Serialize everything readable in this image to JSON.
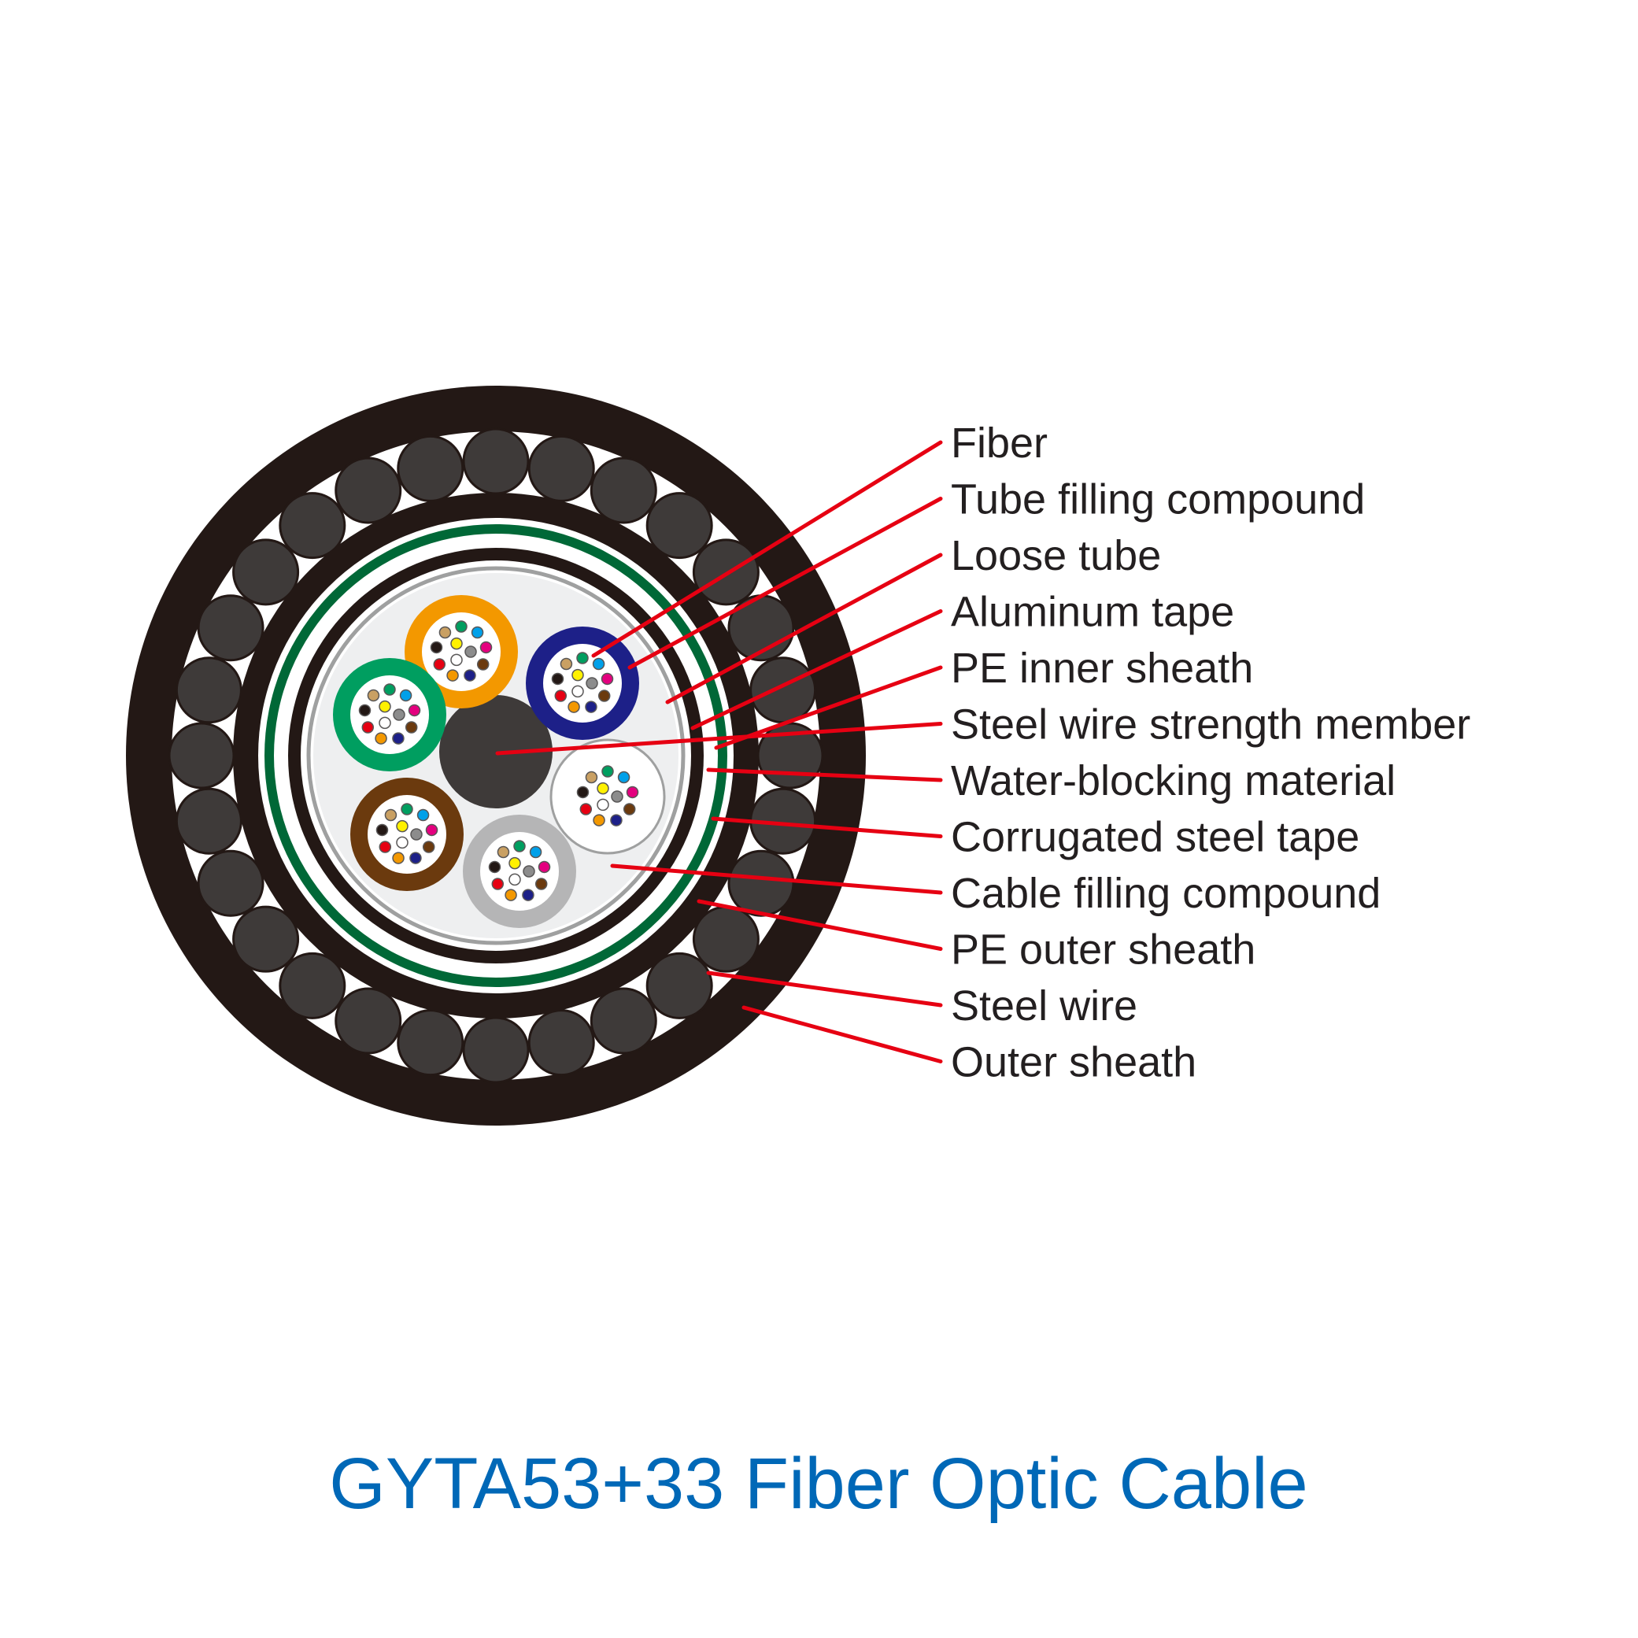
{
  "title": "GYTA53+33 Fiber Optic Cable",
  "labels": [
    "Fiber",
    "Tube filling compound",
    "Loose tube",
    "Aluminum tape",
    "PE inner sheath",
    "Steel wire strength member",
    "Water-blocking material",
    "Corrugated steel tape",
    "Cable filling compound",
    "PE outer sheath",
    "Steel wire",
    "Outer sheath"
  ],
  "colors": {
    "sheath": "#231815",
    "armor_wire": "#3e3a39",
    "green_layer": "#006837",
    "leader": "#e60012",
    "title": "#0068b7",
    "tube_blue": "#1d2088",
    "tube_orange": "#f39800",
    "tube_green": "#009e60",
    "tube_brown": "#6b3a0e",
    "tube_gray": "#b5b5b6",
    "tube_white": "#ffffff"
  },
  "fiber_colors": [
    "#009e60",
    "#00a0e9",
    "#e4007f",
    "#6b3a0e",
    "#1d2088",
    "#f39800",
    "#e60012",
    "#231815",
    "#c9a063",
    "#8c8c8c",
    "#ffffff",
    "#fff100"
  ]
}
